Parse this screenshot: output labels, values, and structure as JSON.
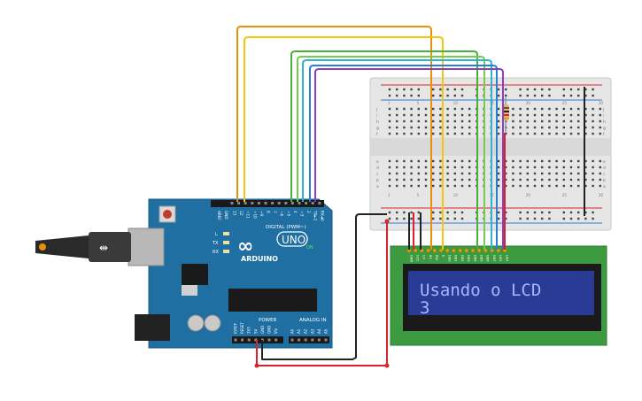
{
  "arduino": {
    "brand": "ARDUINO",
    "model": "UNO",
    "on_label": "ON",
    "digital_label": "DIGITAL (PWM~)",
    "power_label": "POWER",
    "analog_label": "ANALOG IN",
    "tx_label": "TX",
    "rx_label": "RX",
    "l_label": "L",
    "aref_label": "AREF",
    "gnd_label": "GND",
    "digital_pins": [
      "13",
      "12",
      "~11",
      "~10",
      "~9",
      "8",
      "7",
      "~6",
      "~5",
      "4",
      "~3",
      "2",
      "TX►1",
      "RX◄0"
    ],
    "power_pins": [
      "IOREF",
      "RESET",
      "3V3",
      "5V",
      "GND",
      "GND",
      "Vin"
    ],
    "analog_pins": [
      "A0",
      "A1",
      "A2",
      "A3",
      "A4",
      "A5"
    ]
  },
  "lcd": {
    "line1": "Usando o LCD",
    "line2": "3",
    "pins": [
      "GND",
      "VCC",
      "V0",
      "RS",
      "RW",
      "E",
      "DB0",
      "DB1",
      "DB2",
      "DB3",
      "DB4",
      "DB5",
      "DB6",
      "DB7",
      "LED",
      "LED"
    ]
  },
  "breadboard": {
    "columns": [
      "1",
      "",
      "",
      "",
      "5",
      "",
      "",
      "",
      "",
      "10",
      "",
      "",
      "",
      "",
      "15",
      "",
      "",
      "",
      "",
      "20",
      "",
      "",
      "",
      "",
      "25",
      "",
      "",
      "",
      "",
      "30"
    ],
    "rows_top": [
      "j",
      "i",
      "h",
      "g",
      "f"
    ],
    "rows_bottom": [
      "e",
      "d",
      "c",
      "b",
      "a"
    ]
  },
  "colors": {
    "pcb": "#1f6fa3",
    "wire_orange": "#e8900a",
    "wire_yellow": "#f3c80a",
    "wire_green": "#4caf3a",
    "wire_cyan": "#2fb4c9",
    "wire_blue": "#2a7fd4",
    "wire_purple": "#8a3fbf",
    "wire_red": "#d8232a",
    "wire_black": "#222222",
    "lcd_board": "#3c9a41",
    "lcd_screen": "#2a3b96"
  }
}
